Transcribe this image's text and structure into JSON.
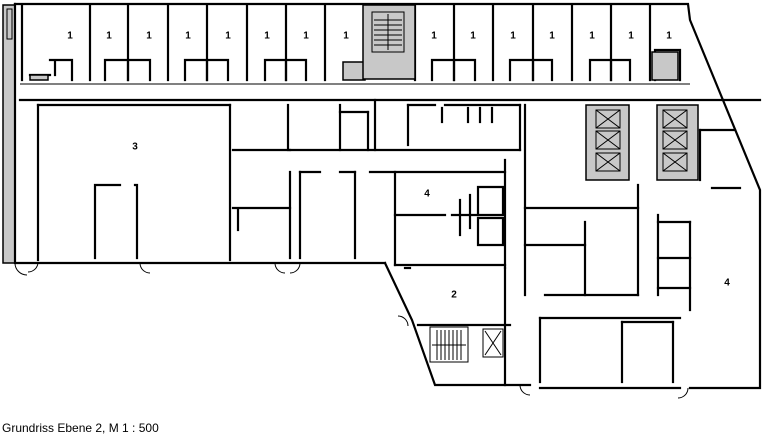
{
  "caption": "Grundriss Ebene 2, M 1 : 500",
  "rooms": [
    {
      "label": "1"
    },
    {
      "label": "1"
    },
    {
      "label": "1"
    },
    {
      "label": "1"
    },
    {
      "label": "1"
    },
    {
      "label": "1"
    },
    {
      "label": "1"
    },
    {
      "label": "1"
    },
    {
      "label": "1"
    },
    {
      "label": "1"
    },
    {
      "label": "1"
    },
    {
      "label": "1"
    },
    {
      "label": "1"
    },
    {
      "label": "1"
    },
    {
      "label": "1"
    },
    {
      "label": "3"
    },
    {
      "label": "4"
    },
    {
      "label": "2"
    },
    {
      "label": "4"
    }
  ]
}
